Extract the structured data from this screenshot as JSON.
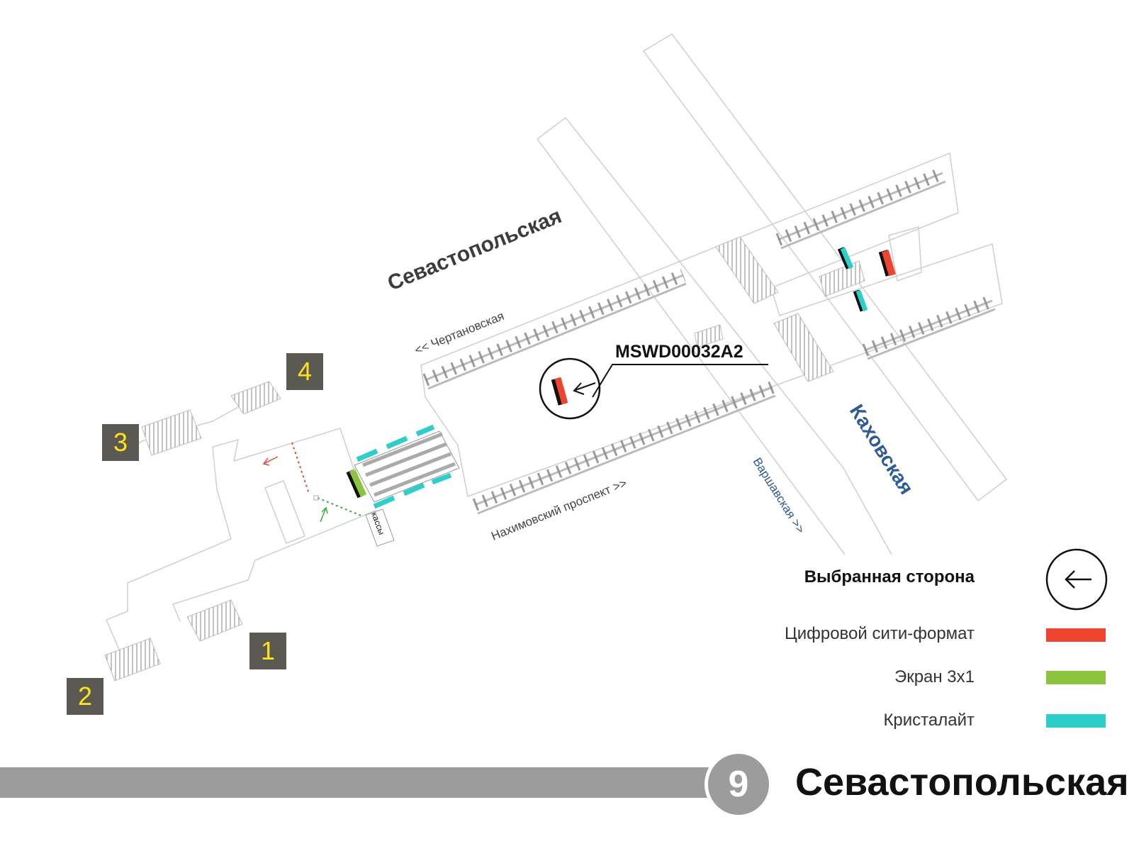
{
  "station_labels": {
    "sevastopolskaya": "Севастопольская",
    "kakhovskaya": "Каховская"
  },
  "direction_labels": {
    "chertanovskaya": "<< Чертановская",
    "nakhimovsky": "Нахимовский проспект >>",
    "varshavskaya": "Варшавская >>"
  },
  "kassy_label": "кассы",
  "panel_code": "MSWD00032A2",
  "exits": [
    "1",
    "2",
    "3",
    "4"
  ],
  "legend": {
    "selected_side": "Выбранная сторона",
    "items": [
      {
        "label": "Цифровой сити-формат",
        "color": "#ee4530"
      },
      {
        "label": "Экран 3x1",
        "color": "#8cc33f"
      },
      {
        "label": "Кристалайт",
        "color": "#2ecfcb"
      }
    ]
  },
  "footer": {
    "line_number": "9",
    "station_name": "Севастопольская"
  },
  "colors": {
    "sevastopolskaya_label": "#3c3c3c",
    "kakhovskaya_label": "#2e5b96",
    "exit_box": "#5a5a52",
    "exit_number": "#ffe21c",
    "footer_bar": "#9c9c9c",
    "outline": "#c9c9c9"
  },
  "icons": {
    "selected_side": "circle-left-arrow-icon",
    "arrows": "direction-arrow-icon"
  }
}
